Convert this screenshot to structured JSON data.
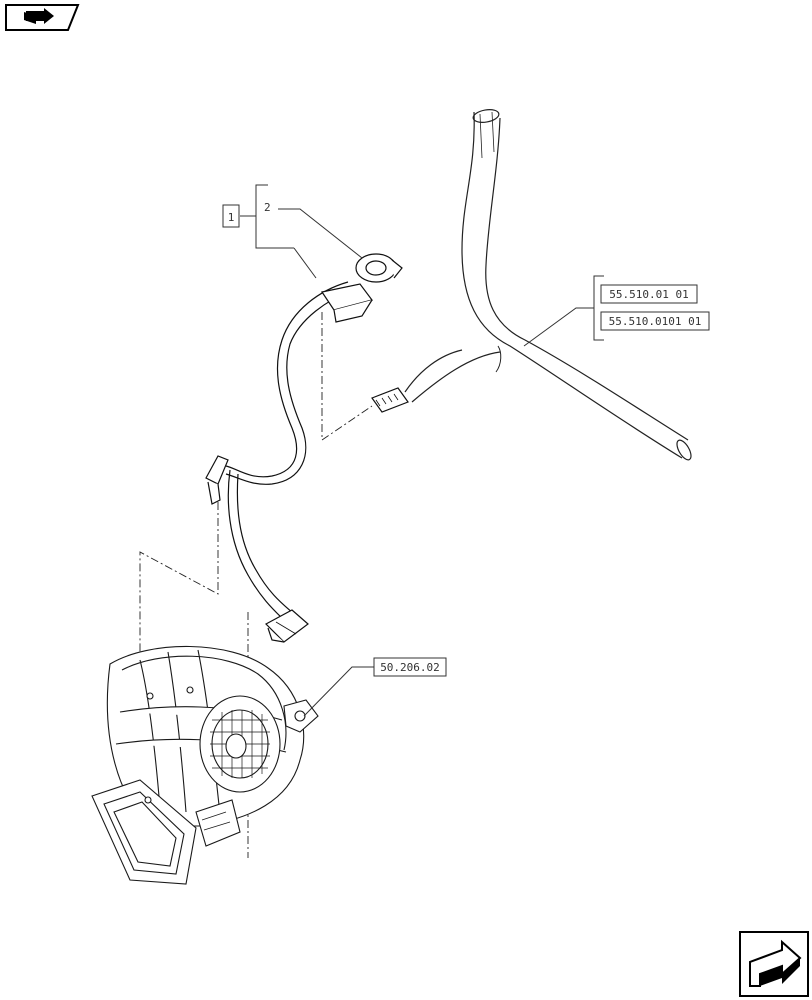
{
  "callouts": {
    "item_ref": "1",
    "item_sub": "2",
    "ref_a": "55.510.01 01",
    "ref_b": "55.510.0101 01",
    "ref_c": "50.206.02"
  },
  "icons": {
    "top_left": "book-arrow-icon",
    "bottom_right": "next-page-arrow-icon"
  }
}
